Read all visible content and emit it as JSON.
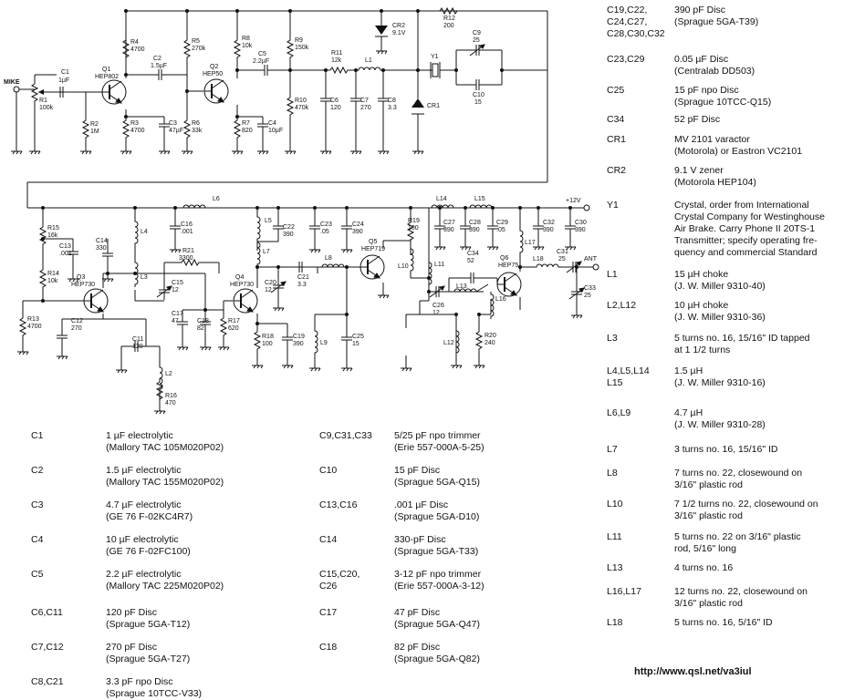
{
  "schematic": {
    "labels": {
      "mike": "MIKE",
      "c1": "C1",
      "c1v": "1µF",
      "r1": "R1",
      "r1v": "100k",
      "q1": "Q1",
      "q1v": "HEP802",
      "r2": "R2",
      "r2v": "1M",
      "r4": "R4",
      "r4v": "4700",
      "r3": "R3",
      "r3v": "4700",
      "c3": "C3",
      "c3v": "47µF",
      "c2": "C2",
      "c2v": "1.5µF",
      "r5": "R5",
      "r5v": "270k",
      "r6": "R6",
      "r6v": "33k",
      "q2": "Q2",
      "q2v": "HEP50",
      "r8": "R8",
      "r8v": "10k",
      "r7": "R7",
      "r7v": "820",
      "c4": "C4",
      "c4v": "10µF",
      "c5": "C5",
      "c5v": "2.2µF",
      "r9": "R9",
      "r9v": "150k",
      "r10": "R10",
      "r10v": "470k",
      "r11": "R11",
      "r11v": "12k",
      "l1": "L1",
      "c6": "C6",
      "c6v": "120",
      "c7": "C7",
      "c7v": "270",
      "c8": "C8",
      "c8v": "3.3",
      "cr2": "CR2",
      "cr2v": "9.1V",
      "r12": "R12",
      "r12v": "200",
      "cr1": "CR1",
      "y1": "Y1",
      "c9": "C9",
      "c9v": "25",
      "c10": "C10",
      "c10v": "15",
      "l6": "L6",
      "plus12v": "+12V",
      "r15": "R15",
      "r15v": "16k",
      "c13": "C13",
      "c13v": ".001",
      "r14": "R14",
      "r14v": "10k",
      "r13": "R13",
      "r13v": "4700",
      "q3": "Q3",
      "q3v": "HEP730",
      "c12": "C12",
      "c12v": "270",
      "c11": "C11",
      "c11v": "120",
      "l2": "L2",
      "r16": "R16",
      "r16v": "470",
      "c14": "C14",
      "c14v": "330",
      "l4": "L4",
      "l3": "L3",
      "c16": "C16",
      "c16v": ".001",
      "r21": "R21",
      "r21v": "3300",
      "c15": "C15",
      "c15v": "12",
      "c17": "C17",
      "c17v": "47",
      "c18": "C18",
      "c18v": "82",
      "r17": "R17",
      "r17v": "620",
      "q4": "Q4",
      "q4v": "HEP730",
      "l5": "L5",
      "c22": "C22",
      "c22v": "390",
      "l7": "L7",
      "c20": "C20",
      "c20v": "12",
      "c21": "C21",
      "c21v": "3.3",
      "l8": "L8",
      "r18": "R18",
      "r18v": "100",
      "c19": "C19",
      "c19v": "390",
      "l9": "L9",
      "c25": "C25",
      "c25v": "15",
      "c23": "C23",
      "c23v": ".05",
      "c24": "C24",
      "c24v": "390",
      "q5": "Q5",
      "q5v": "HEP719",
      "l10": "L10",
      "l14": "L14",
      "l15": "L15",
      "r19": "R19",
      "r19v": "100",
      "c27": "C27",
      "c27v": "390",
      "c28": "C28",
      "c28v": "390",
      "c29": "C29",
      "c29v": ".05",
      "c32": "C32",
      "c32v": "390",
      "c30": "C30",
      "c30v": "390",
      "l11": "L11",
      "c34": "C34",
      "c34v": "52",
      "c26": "C26",
      "c26v": "12",
      "l13": "L13",
      "l17": "L17",
      "q6": "Q6",
      "q6v": "HEP75",
      "l16": "L16",
      "l12": "L12",
      "r20": "R20",
      "r20v": "240",
      "l18": "L18",
      "c31": "C31",
      "c31v": "25",
      "ant": "ANT",
      "c33": "C33",
      "c33v": "25"
    }
  },
  "parts_left": [
    {
      "ref": "C1",
      "desc": "1 µF electrolytic\n(Mallory TAC 105M020P02)"
    },
    {
      "ref": "C2",
      "desc": "1.5 µF electrolytic\n(Mallory TAC 155M020P02)"
    },
    {
      "ref": "C3",
      "desc": "4.7 µF electrolytic\n(GE 76 F-02KC4R7)"
    },
    {
      "ref": "C4",
      "desc": "10 µF electrolytic\n(GE 76 F-02FC100)"
    },
    {
      "ref": "C5",
      "desc": "2.2 µF electrolytic\n(Mallory TAC 225M020P02)"
    },
    {
      "ref": "C6,C11",
      "desc": "120 pF Disc\n(Sprague 5GA-T12)"
    },
    {
      "ref": "C7,C12",
      "desc": "270 pF Disc\n(Sprague 5GA-T27)"
    },
    {
      "ref": "C8,C21",
      "desc": "3.3 pF npo Disc\n(Sprague 10TCC-V33)"
    }
  ],
  "parts_mid": [
    {
      "ref": "C9,C31,C33",
      "desc": "5/25 pF npo trimmer\n(Erie 557-000A-5-25)"
    },
    {
      "ref": "C10",
      "desc": "15 pF Disc\n(Sprague 5GA-Q15)"
    },
    {
      "ref": "C13,C16",
      "desc": ".001 µF Disc\n(Sprague 5GA-D10)"
    },
    {
      "ref": "C14",
      "desc": "330-pF Disc\n(Sprague 5GA-T33)"
    },
    {
      "ref": "C15,C20,\nC26",
      "desc": "3-12 pF npo trimmer\n(Erie 557-000A-3-12)"
    },
    {
      "ref": "C17",
      "desc": "47 pF Disc\n(Sprague 5GA-Q47)"
    },
    {
      "ref": "C18",
      "desc": "82 pF Disc\n(Sprague 5GA-Q82)"
    }
  ],
  "parts_right": [
    {
      "ref": "C19,C22,\nC24,C27,\nC28,C30,C32",
      "desc": "390 pF Disc\n(Sprague 5GA-T39)"
    },
    {
      "ref": "C23,C29",
      "desc": "0.05 µF Disc\n(Centralab DD503)"
    },
    {
      "ref": "C25",
      "desc": "15 pF npo Disc\n(Sprague 10TCC-Q15)"
    },
    {
      "ref": "C34",
      "desc": "52 pF Disc"
    },
    {
      "ref": "CR1",
      "desc": "MV 2101 varactor\n(Motorola) or Eastron VC2101"
    },
    {
      "ref": "CR2",
      "desc": "9.1 V zener\n(Motorola HEP104)"
    },
    {
      "ref": "Y1",
      "desc": "Crystal, order from International\nCrystal Company for Westinghouse\nAir Brake. Carry Phone II 20TS-1\nTransmitter; specify operating fre-\nquency and commercial Standard"
    },
    {
      "ref": "L1",
      "desc": "15 µH choke\n(J. W. Miller 9310-40)"
    },
    {
      "ref": "L2,L12",
      "desc": "10 µH choke\n(J. W. Miller 9310-36)"
    },
    {
      "ref": "L3",
      "desc": "5 turns no. 16, 15/16\" ID tapped\nat 1 1/2 turns"
    },
    {
      "ref": "L4,L5,L14\nL15",
      "desc": "1.5 µH\n(J. W. Miller 9310-16)"
    },
    {
      "ref": "L6,L9",
      "desc": "4.7 µH\n(J. W. Miller 9310-28)"
    },
    {
      "ref": "L7",
      "desc": "3 turns no. 16, 15/16\" ID"
    },
    {
      "ref": "L8",
      "desc": "7 turns no. 22, closewound on\n3/16\" plastic rod"
    },
    {
      "ref": "L10",
      "desc": "7 1/2 turns no. 22, closewound on\n3/16\" plastic rod"
    },
    {
      "ref": "L11",
      "desc": "5 turns no. 22 on 3/16\" plastic\nrod, 5/16\" long"
    },
    {
      "ref": "L13",
      "desc": "4 turns no. 16"
    },
    {
      "ref": "L16,L17",
      "desc": "12 turns no. 22, closewound on\n3/16\" plastic rod"
    },
    {
      "ref": "L18",
      "desc": "5 turns no. 16, 5/16\" ID"
    }
  ],
  "footer": {
    "url": "http://www.qsl.net/va3iul"
  }
}
